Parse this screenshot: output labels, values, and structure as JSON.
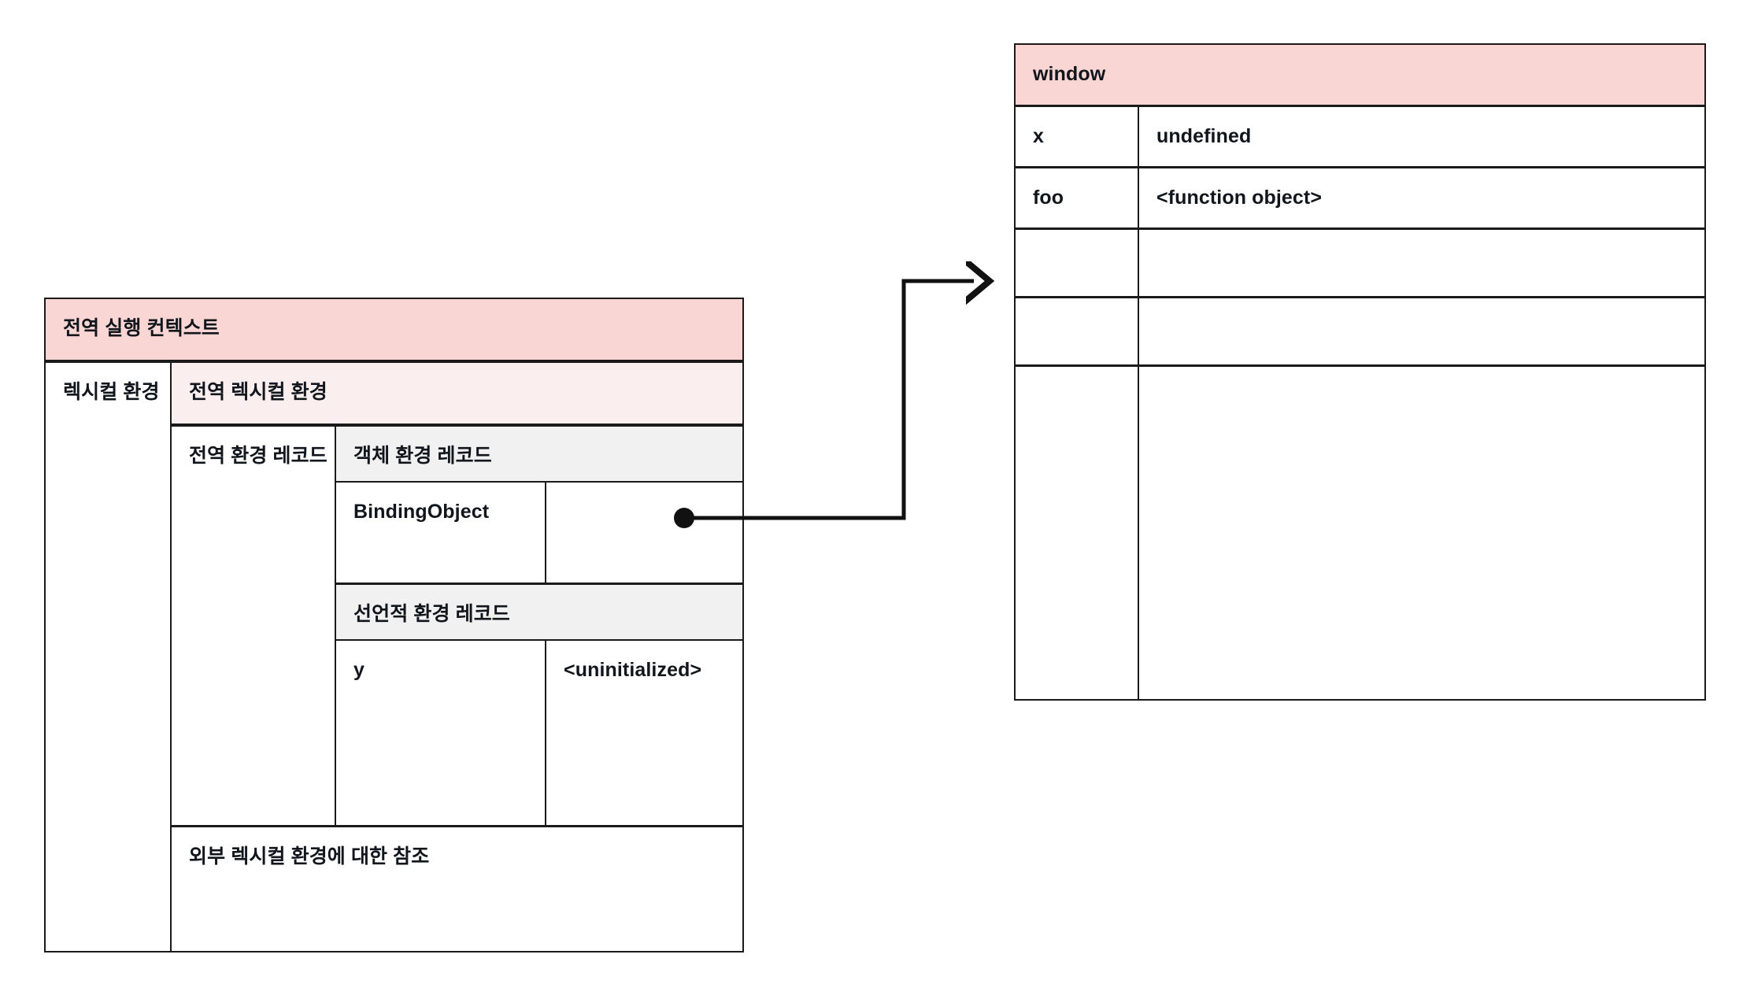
{
  "diagram": {
    "title_note": "JavaScript global execution context and window object binding diagram",
    "accent_header": "#f9d6d4",
    "accent_subheader": "#fbeeee",
    "accent_record": "#f1f1f1",
    "line_color": "#1a1a1a"
  },
  "execution_context": {
    "header": "전역 실행 컨텍스트",
    "lexical_environment_label": "렉시컬 환경",
    "global_lexical_environment_label": "전역 렉시컬 환경",
    "global_environment_record_label": "전역 환경 레코드",
    "object_environment_record": {
      "header": "객체 환경 레코드",
      "rows": [
        {
          "key": "BindingObject",
          "value": ""
        }
      ]
    },
    "declarative_environment_record": {
      "header": "선언적 환경 레코드",
      "rows": [
        {
          "key": "y",
          "value": "<uninitialized>"
        }
      ]
    },
    "outer_lexical_environment_reference": "외부 렉시컬 환경에 대한 참조"
  },
  "window_object": {
    "header": "window",
    "rows": [
      {
        "key": "x",
        "value": "undefined"
      },
      {
        "key": "foo",
        "value": "<function object>"
      },
      {
        "key": "",
        "value": ""
      },
      {
        "key": "",
        "value": ""
      },
      {
        "key": "",
        "value": ""
      }
    ]
  },
  "connector": {
    "from": "BindingObject",
    "to": "window",
    "style": "elbow-arrow-with-source-dot"
  }
}
